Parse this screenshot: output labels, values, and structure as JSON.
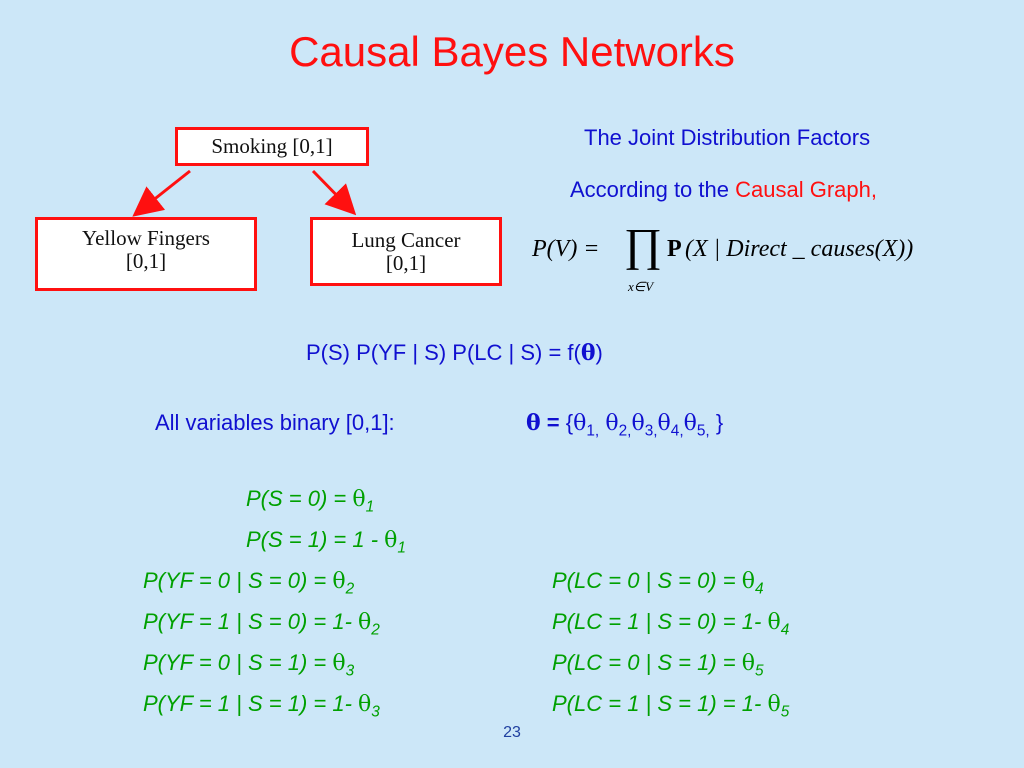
{
  "slide": {
    "title": "Causal Bayes Networks",
    "page_number": "23"
  },
  "graph": {
    "nodes": {
      "smoking": {
        "label": "Smoking [0,1]"
      },
      "yellow_fingers": {
        "line1": "Yellow Fingers",
        "line2": "[0,1]"
      },
      "lung_cancer": {
        "line1": "Lung Cancer",
        "line2": "[0,1]"
      }
    },
    "edges": [
      {
        "from": "Smoking",
        "to": "Yellow Fingers"
      },
      {
        "from": "Smoking",
        "to": "Lung Cancer"
      }
    ]
  },
  "joint": {
    "line1": "The Joint Distribution Factors",
    "line2_prefix": "According to the ",
    "line2_highlight": "Causal Graph,",
    "formula": {
      "lhs": "P(V) =",
      "product_symbol": "∏",
      "subscript": "x∈V",
      "bold_p": "P",
      "rhs": "(X | Direct _ causes(X))"
    }
  },
  "factorization": {
    "text": "P(S) P(YF | S) P(LC | S) = f(",
    "theta": "θ",
    "close": ")"
  },
  "params": {
    "label": "All variables binary [0,1]:",
    "theta": "θ",
    "equals": " = ",
    "open": "{",
    "list": [
      {
        "sym": "θ",
        "sub": "1,"
      },
      {
        "sym": "θ",
        "sub": "2,"
      },
      {
        "sym": "θ",
        "sub": "3,"
      },
      {
        "sym": "θ",
        "sub": "4,"
      },
      {
        "sym": "θ",
        "sub": "5,"
      }
    ],
    "close": "}"
  },
  "probabilities": {
    "smoking": [
      {
        "text": "P(S = 0) = ",
        "sub": "1"
      },
      {
        "text": "P(S = 1) = 1 - ",
        "sub": "1"
      }
    ],
    "yellow_fingers": [
      {
        "text": "P(YF = 0 | S = 0) = ",
        "sub": "2"
      },
      {
        "text": "P(YF = 1 | S = 0) = 1- ",
        "sub": "2"
      },
      {
        "text": "P(YF = 0 | S = 1) = ",
        "sub": "3"
      },
      {
        "text": "P(YF = 1 | S = 1) = 1- ",
        "sub": "3"
      }
    ],
    "lung_cancer": [
      {
        "text": "P(LC = 0 | S = 0) = ",
        "sub": "4"
      },
      {
        "text": "P(LC = 1 | S = 0) = 1- ",
        "sub": "4"
      },
      {
        "text": "P(LC = 0 | S = 1) = ",
        "sub": "5"
      },
      {
        "text": "P(LC = 1 | S = 1) = 1- ",
        "sub": "5"
      }
    ],
    "theta_symbol": "θ"
  },
  "colors": {
    "background": "#cce7f8",
    "title": "#ff1010",
    "node_border": "#ff1010",
    "text_blue": "#1010d0",
    "text_green": "#00a000"
  }
}
